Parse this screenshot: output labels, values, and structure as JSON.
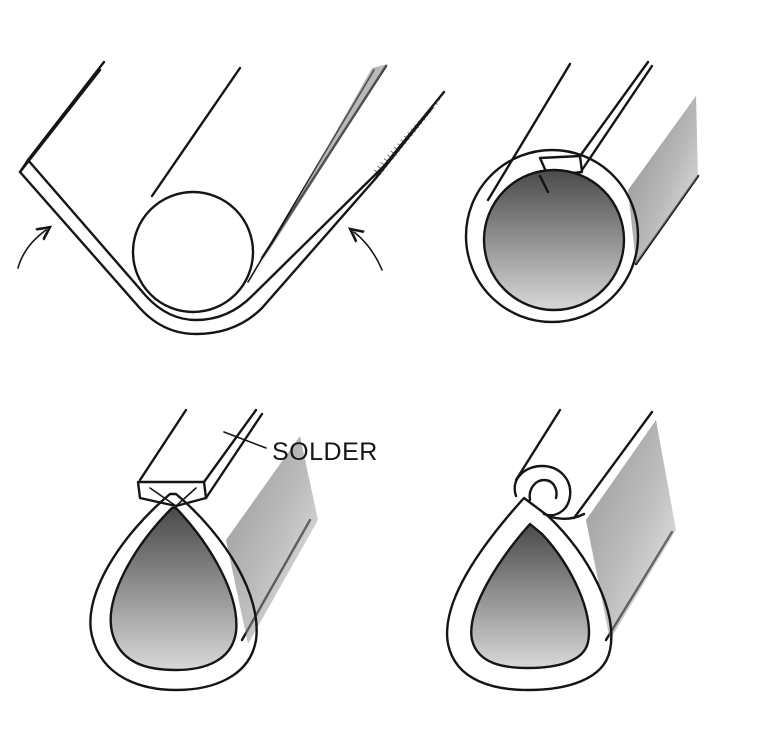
{
  "figure": {
    "panels": [
      {
        "id": "panel-1",
        "description_key": "bend-around-rod"
      },
      {
        "id": "panel-2",
        "description_key": "rolled-round-tube"
      },
      {
        "id": "panel-3",
        "description_key": "soldered-teardrop-tube"
      },
      {
        "id": "panel-4",
        "description_key": "curled-seam-teardrop-tube"
      }
    ],
    "labels": {
      "solder": "SOLDER"
    },
    "colors": {
      "ink": "#151515",
      "paper": "#ffffff",
      "shade_dark": "#5a5a5a",
      "shade_light": "#cfcfcf"
    },
    "icons": {
      "arrow": "curved-arrow-icon"
    }
  }
}
